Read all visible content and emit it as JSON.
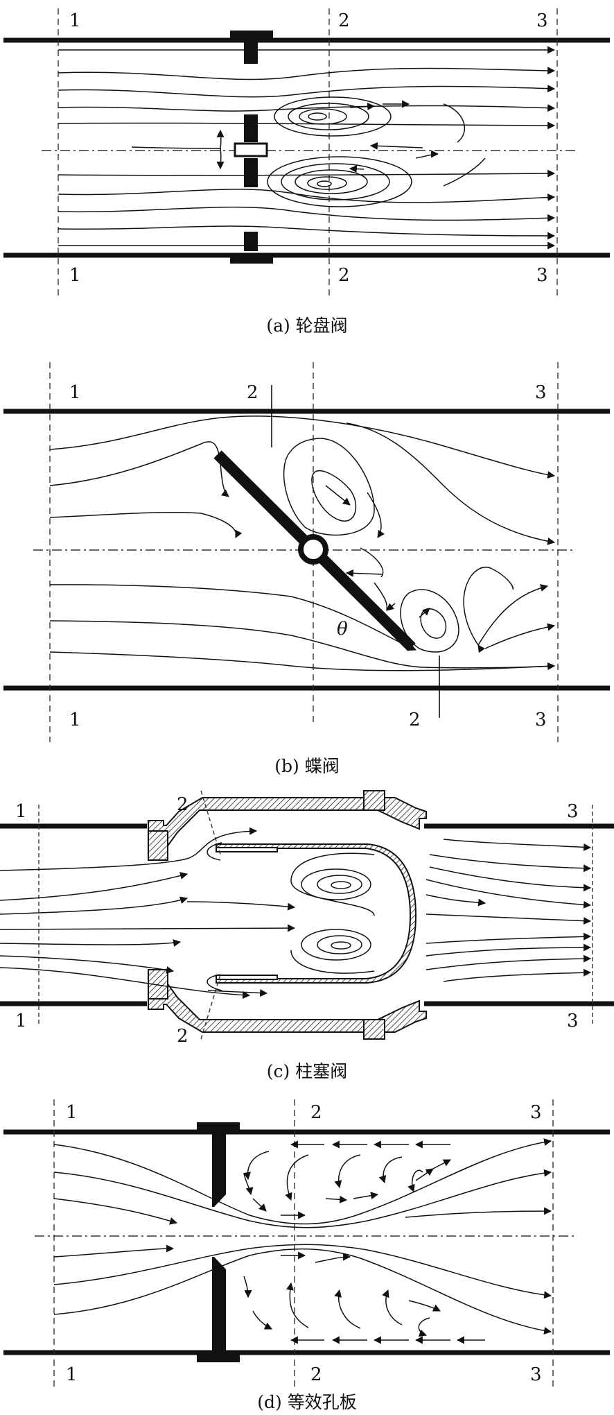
{
  "panels": [
    {
      "caption": "(a) 轮盘阀",
      "section_labels": {
        "top": [
          "1",
          "2",
          "3"
        ],
        "bottom": [
          "1",
          "2",
          "3"
        ]
      }
    },
    {
      "caption": "(b) 蝶阀",
      "section_labels": {
        "top": [
          "1",
          "2",
          "3"
        ],
        "bottom": [
          "1",
          "2",
          "3"
        ]
      },
      "angle_label": "θ"
    },
    {
      "caption": "(c) 柱塞阀",
      "section_labels": {
        "top": [
          "1",
          "2",
          "3"
        ],
        "bottom": [
          "1",
          "2",
          "3"
        ]
      }
    },
    {
      "caption": "(d) 等效孔板",
      "section_labels": {
        "top": [
          "1",
          "2",
          "3"
        ],
        "bottom": [
          "1",
          "2",
          "3"
        ]
      }
    }
  ],
  "colors": {
    "ink": "#111111",
    "background": "#ffffff"
  }
}
